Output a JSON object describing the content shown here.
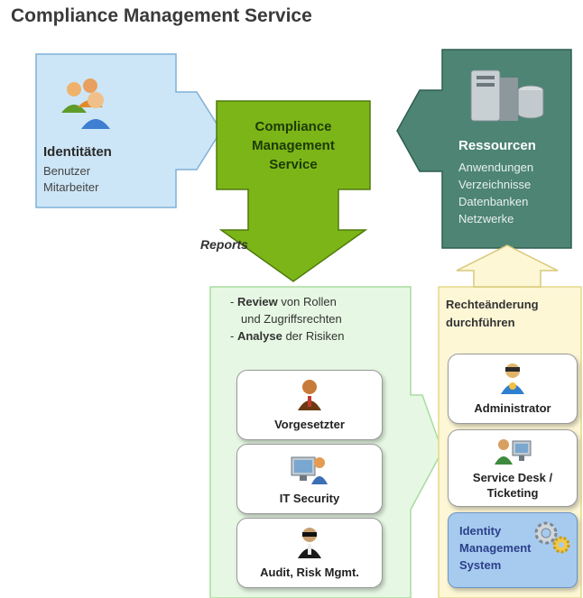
{
  "title": "Compliance Management Service",
  "identities": {
    "heading": "Identitäten",
    "items": [
      "Benutzer",
      "Mitarbeiter"
    ]
  },
  "center": {
    "lines": [
      "Compliance",
      "Management",
      "Service"
    ]
  },
  "resources": {
    "heading": "Ressourcen",
    "items": [
      "Anwendungen",
      "Verzeichnisse",
      "Datenbanken",
      "Netzwerke"
    ]
  },
  "reports_label": "Reports",
  "review": {
    "item1_bold": "Review",
    "item1_rest": " von Rollen",
    "item1_line2": "und Zugriffsrechten",
    "item2_bold": "Analyse",
    "item2_rest": " der Risiken",
    "dash": "- "
  },
  "review_cards": [
    {
      "label": "Vorgesetzter",
      "icon": "manager-icon"
    },
    {
      "label": "IT Security",
      "icon": "it-security-icon"
    },
    {
      "label": "Audit, Risk Mgmt.",
      "icon": "audit-icon"
    }
  ],
  "change": {
    "lines": [
      "Rechteänderung",
      "durchführen"
    ]
  },
  "change_cards": [
    {
      "label": "Administrator",
      "icon": "administrator-icon"
    },
    {
      "label_lines": [
        "Service Desk /",
        "Ticketing"
      ],
      "icon": "service-desk-icon"
    }
  ],
  "idm": {
    "lines": [
      "Identity",
      "Management",
      "System"
    ],
    "icon": "gears-icon"
  },
  "colors": {
    "identity_fill": "#cde6f7",
    "center_fill": "#7cb518",
    "resource_fill": "#4d8474",
    "review_fill": "#e6f8e3",
    "change_fill": "#fdf7d6",
    "idm_fill": "#a6cbef"
  }
}
